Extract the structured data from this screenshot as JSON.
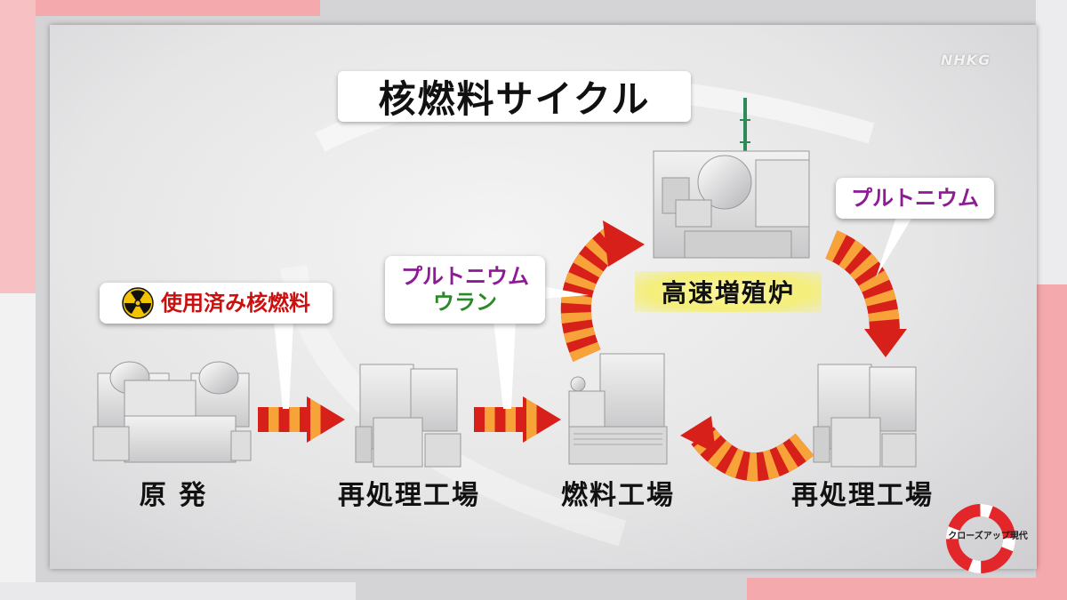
{
  "title": "核燃料サイクル",
  "broadcaster_logo": "NHKG",
  "program_logo": "クローズアップ現代",
  "callouts": {
    "spent_fuel": "使用済み核燃料",
    "plutonium_uranium": {
      "line1": "プルトニウム",
      "line2": "ウラン"
    },
    "plutonium": "プルトニウム"
  },
  "facilities": {
    "nuclear_plant": "原 発",
    "reprocessing_left": "再処理工場",
    "fuel_factory": "燃料工場",
    "reprocessing_right": "再処理工場",
    "fast_breeder": "高速増殖炉"
  },
  "colors": {
    "plutonium_text": "#8e1a96",
    "uranium_text": "#2a8a2a",
    "spent_fuel_text": "#cc1010",
    "arrow_red": "#d8201a",
    "arrow_orange": "#f7a33a",
    "fbr_highlight": "#f4ee7a"
  },
  "icons": {
    "radiation": "radiation-icon"
  }
}
